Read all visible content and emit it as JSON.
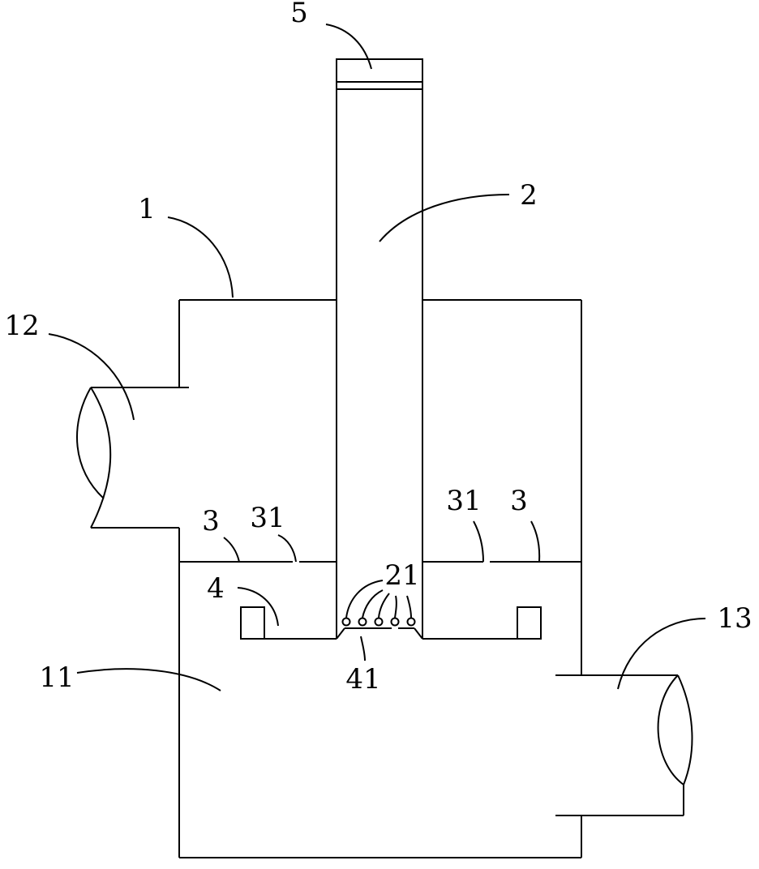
{
  "labels": {
    "l5": "5",
    "l2": "2",
    "l1": "1",
    "l12": "12",
    "l3_left": "3",
    "l31_left": "31",
    "l31_right": "31",
    "l3_right": "3",
    "l21": "21",
    "l4": "4",
    "l13": "13",
    "l11": "11",
    "l41": "41"
  },
  "colors": {
    "stroke": "#000000",
    "background": "#ffffff"
  }
}
